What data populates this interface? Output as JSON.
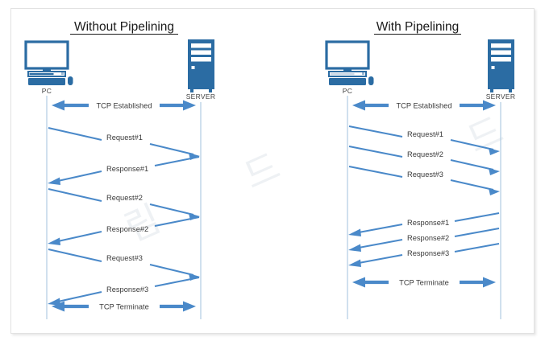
{
  "page": {
    "background": "#ffffff",
    "panel_border": "#e2e2e2",
    "accent_device": "#2b6ca3",
    "accent_arrow": "#4a89c9",
    "lifeline_color": "#a9c7df"
  },
  "watermark": {
    "text": "드림",
    "glyphs": [
      "드",
      "림",
      "드"
    ]
  },
  "diagrams": [
    {
      "id": "without-pipelining",
      "title": "Without Pipelining",
      "actors": {
        "client": {
          "label": "PC",
          "icon": "desktop-computer-icon"
        },
        "server": {
          "label": "SERVER",
          "icon": "server-tower-icon"
        }
      },
      "messages": [
        {
          "label": "TCP Established",
          "kind": "bidirectional"
        },
        {
          "label": "Request#1",
          "kind": "to-server"
        },
        {
          "label": "Response#1",
          "kind": "to-client"
        },
        {
          "label": "Request#2",
          "kind": "to-server"
        },
        {
          "label": "Response#2",
          "kind": "to-client"
        },
        {
          "label": "Request#3",
          "kind": "to-server"
        },
        {
          "label": "Response#3",
          "kind": "to-client"
        },
        {
          "label": "TCP Terminate",
          "kind": "bidirectional"
        }
      ]
    },
    {
      "id": "with-pipelining",
      "title": "With Pipelining",
      "actors": {
        "client": {
          "label": "PC",
          "icon": "desktop-computer-icon"
        },
        "server": {
          "label": "SERVER",
          "icon": "server-tower-icon"
        }
      },
      "messages": [
        {
          "label": "TCP Established",
          "kind": "bidirectional"
        },
        {
          "label": "Request#1",
          "kind": "to-server"
        },
        {
          "label": "Request#2",
          "kind": "to-server"
        },
        {
          "label": "Request#3",
          "kind": "to-server"
        },
        {
          "label": "Response#1",
          "kind": "to-client"
        },
        {
          "label": "Response#2",
          "kind": "to-client"
        },
        {
          "label": "Response#3",
          "kind": "to-client"
        },
        {
          "label": "TCP Terminate",
          "kind": "bidirectional"
        }
      ]
    }
  ]
}
